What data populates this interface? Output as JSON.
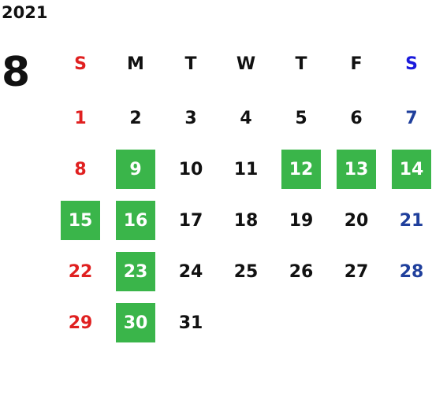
{
  "year": "2021",
  "month": "8",
  "weekdays": [
    "S",
    "M",
    "T",
    "W",
    "T",
    "F",
    "S"
  ],
  "colors": {
    "sunday": "#e02020",
    "saturday": "#1f3f9c",
    "saturday_header": "#1a1adc",
    "weekday": "#111111",
    "highlight": "#3ab54a"
  },
  "weeks": [
    [
      {
        "day": "1",
        "highlight": false
      },
      {
        "day": "2",
        "highlight": false
      },
      {
        "day": "3",
        "highlight": false
      },
      {
        "day": "4",
        "highlight": false
      },
      {
        "day": "5",
        "highlight": false
      },
      {
        "day": "6",
        "highlight": false
      },
      {
        "day": "7",
        "highlight": false
      }
    ],
    [
      {
        "day": "8",
        "highlight": false
      },
      {
        "day": "9",
        "highlight": true
      },
      {
        "day": "10",
        "highlight": false
      },
      {
        "day": "11",
        "highlight": false
      },
      {
        "day": "12",
        "highlight": true
      },
      {
        "day": "13",
        "highlight": true
      },
      {
        "day": "14",
        "highlight": true
      }
    ],
    [
      {
        "day": "15",
        "highlight": true
      },
      {
        "day": "16",
        "highlight": true
      },
      {
        "day": "17",
        "highlight": false
      },
      {
        "day": "18",
        "highlight": false
      },
      {
        "day": "19",
        "highlight": false
      },
      {
        "day": "20",
        "highlight": false
      },
      {
        "day": "21",
        "highlight": false
      }
    ],
    [
      {
        "day": "22",
        "highlight": false
      },
      {
        "day": "23",
        "highlight": true
      },
      {
        "day": "24",
        "highlight": false
      },
      {
        "day": "25",
        "highlight": false
      },
      {
        "day": "26",
        "highlight": false
      },
      {
        "day": "27",
        "highlight": false
      },
      {
        "day": "28",
        "highlight": false
      }
    ],
    [
      {
        "day": "29",
        "highlight": false
      },
      {
        "day": "30",
        "highlight": true
      },
      {
        "day": "31",
        "highlight": false
      },
      null,
      null,
      null,
      null
    ]
  ]
}
